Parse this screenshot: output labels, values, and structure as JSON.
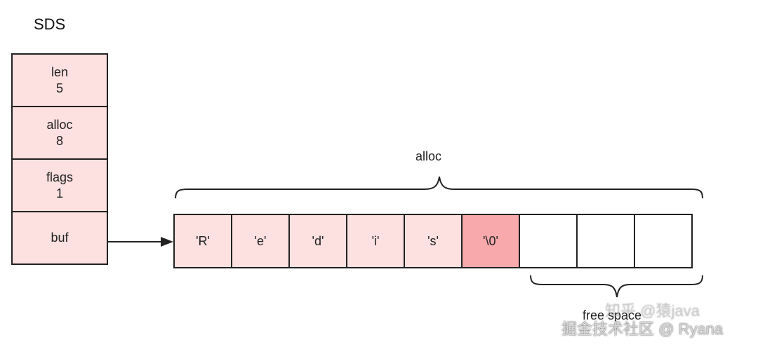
{
  "title": "SDS",
  "sds_fields": [
    {
      "name": "len",
      "value": "5"
    },
    {
      "name": "alloc",
      "value": "8"
    },
    {
      "name": "flags",
      "value": "1"
    },
    {
      "name": "buf",
      "value": ""
    }
  ],
  "buf_cells": [
    "'R'",
    "'e'",
    "'d'",
    "'i'",
    "'s'",
    "'\\0'",
    "",
    "",
    ""
  ],
  "alloc_label": "alloc",
  "free_label": "free space",
  "watermarks": {
    "zhihu": "知乎 @猿java",
    "juejin": "掘金技术社区 @ Ryana"
  },
  "colors": {
    "used_cell": "#fde0e0",
    "terminator_cell": "#f7a9ac",
    "free_cell": "#ffffff",
    "border": "#222222"
  }
}
